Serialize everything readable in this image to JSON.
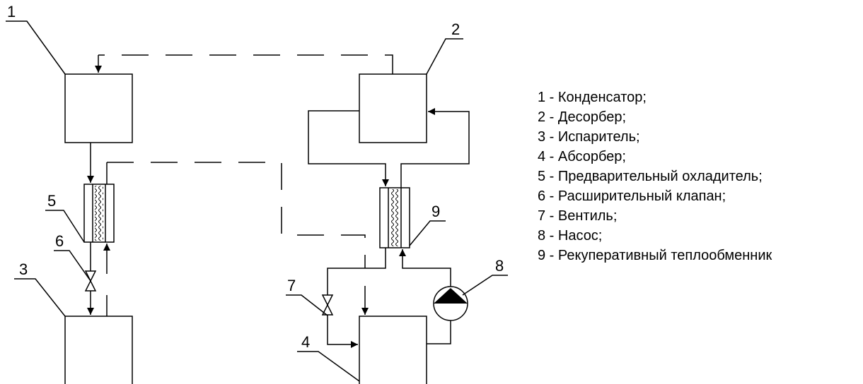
{
  "callouts": {
    "c1": "1",
    "c2": "2",
    "c3": "3",
    "c4": "4",
    "c5": "5",
    "c6": "6",
    "c7": "7",
    "c8": "8",
    "c9": "9"
  },
  "legend": [
    "1 - Конденсатор;",
    "2 - Десорбер;",
    "3 - Испаритель;",
    "4 - Абсорбер;",
    "5 - Предварительный охладитель;",
    "6 - Расширительный клапан;",
    "7 - Вентиль;",
    "8 - Насос;",
    "9 - Рекуперативный теплообменник"
  ]
}
